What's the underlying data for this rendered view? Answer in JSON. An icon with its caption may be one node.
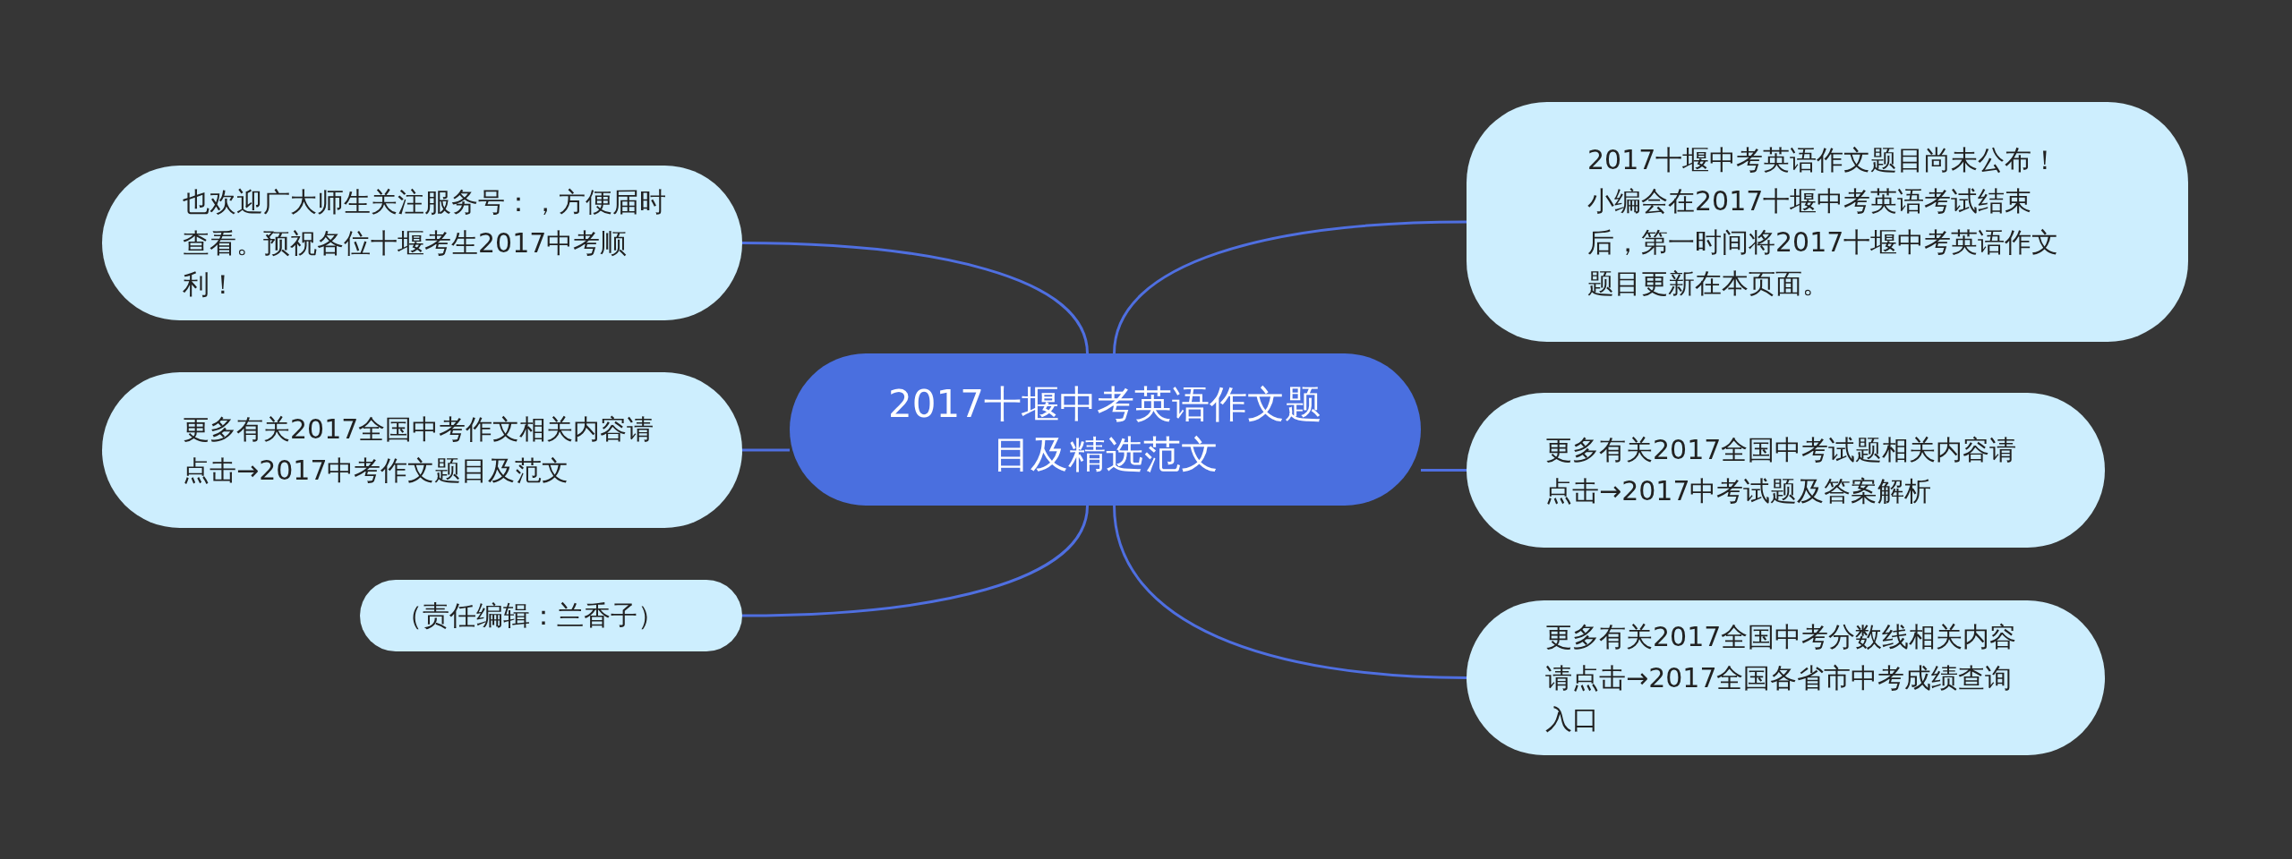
{
  "diagram": {
    "nodes": [
      {
        "text": [
          "2017十堰中考英语作文题目及精选范文"
        ]
      },
      {
        "text": [
          "也欢迎广大师生关注服务号：，方便届时查看。预祝各位十堰考生2017中考顺利！"
        ]
      },
      {
        "text": [
          "更多有关2017全国中考作文相关内容请点击→2017中考作文题目及范文"
        ]
      },
      {
        "text": [
          "（责任编辑：兰香子）"
        ]
      },
      {
        "text": [
          "2017十堰中考英语作文题目尚未公布！小编会在2017十堰中考英语考试结束后，第一时间将2017十堰中考英语作文题目更新在本页面。"
        ]
      },
      {
        "text": [
          "更多有关2017全国中考试题相关内容请点击→2017中考试题及答案解析"
        ]
      },
      {
        "text": [
          "更多有关2017全国中考分数线相关内容请点击→2017全国各省市中考成绩查询入口"
        ]
      }
    ],
    "edges": [
      {
        "from": 0,
        "to": 1,
        "arrow": "none"
      },
      {
        "from": 0,
        "to": 2,
        "arrow": "none"
      },
      {
        "from": 0,
        "to": 3,
        "arrow": "none"
      },
      {
        "from": 0,
        "to": 4,
        "arrow": "none"
      },
      {
        "from": 0,
        "to": 5,
        "arrow": "none"
      },
      {
        "from": 0,
        "to": 6,
        "arrow": "none"
      }
    ]
  }
}
